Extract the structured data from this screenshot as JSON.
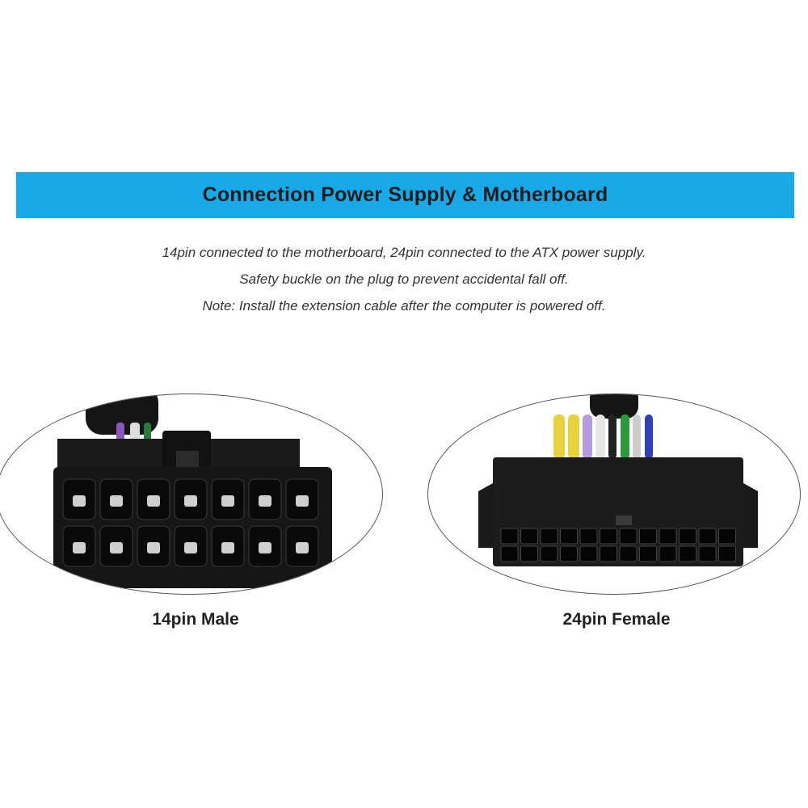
{
  "banner": {
    "title": "Connection Power Supply & Motherboard",
    "color": "#19a9e6"
  },
  "description": {
    "line1": "14pin connected to the motherboard, 24pin connected to the ATX power supply.",
    "line2": "Safety buckle on the plug to prevent accidental fall off.",
    "line3": "Note: Install the extension cable after the computer is powered off."
  },
  "connectors": {
    "left": {
      "caption": "14pin Male"
    },
    "right": {
      "caption": "24pin Female"
    }
  }
}
